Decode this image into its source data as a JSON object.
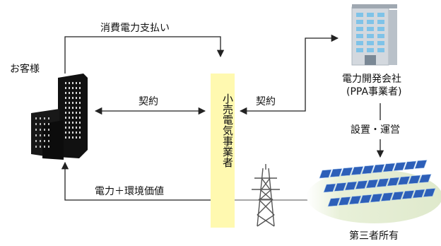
{
  "nodes": {
    "customer": "お客様",
    "retailer": "小売電気事業者",
    "developer_line1": "電力開発会社",
    "developer_line2": "(PPA事業者)",
    "solar_owner": "第三者所有"
  },
  "edges": {
    "payment": "消費電力支払い",
    "contract_left": "契約",
    "contract_right": "契約",
    "install_operate": "設置・運営",
    "power_env_value": "電力＋環境価値"
  },
  "colors": {
    "retailer_box": "#fff9b0",
    "building_dark": "#111111",
    "office_facade": "#cfd6dc",
    "office_windows": "#7fc3e8",
    "solar_panel": "#2d5fb8",
    "solar_ground": "#e2ecd0",
    "line": "#222222"
  },
  "icons": [
    "dark-building-icon",
    "office-building-icon",
    "transmission-tower-icon",
    "solar-panel-field-icon"
  ]
}
